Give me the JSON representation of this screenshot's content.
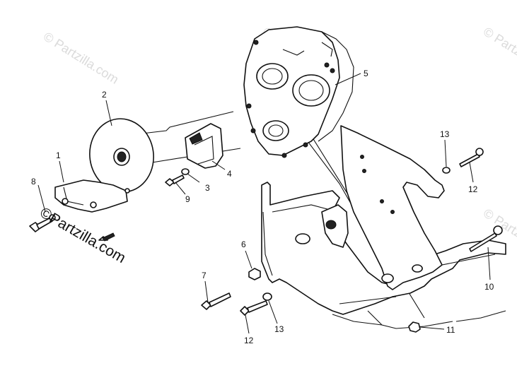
{
  "watermark": {
    "text": "© Partzilla.com",
    "brand_text": "©Partzilla.com"
  },
  "callouts": [
    {
      "id": "1",
      "label": "1"
    },
    {
      "id": "2",
      "label": "2"
    },
    {
      "id": "3",
      "label": "3"
    },
    {
      "id": "4",
      "label": "4"
    },
    {
      "id": "5",
      "label": "5"
    },
    {
      "id": "6",
      "label": "6"
    },
    {
      "id": "7",
      "label": "7"
    },
    {
      "id": "8",
      "label": "8"
    },
    {
      "id": "9",
      "label": "9"
    },
    {
      "id": "10",
      "label": "10"
    },
    {
      "id": "11",
      "label": "11"
    },
    {
      "id": "12a",
      "label": "12"
    },
    {
      "id": "12b",
      "label": "12"
    },
    {
      "id": "13a",
      "label": "13"
    },
    {
      "id": "13b",
      "label": "13"
    }
  ]
}
